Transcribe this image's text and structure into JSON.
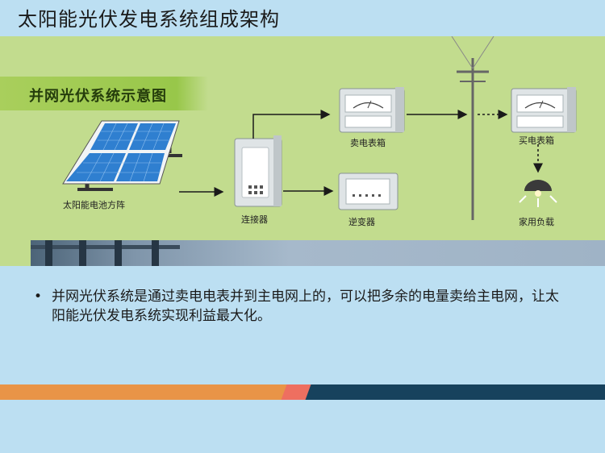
{
  "slide": {
    "title": "太阳能光伏发电系统组成架构"
  },
  "diagram": {
    "banner": "并网光伏系统示意图",
    "labels": {
      "solar_array": "太阳能电池方阵",
      "connector": "连接器",
      "inverter": "逆变器",
      "sell_meter": "卖电表箱",
      "buy_meter": "买电表箱",
      "household_load": "家用负载"
    },
    "colors": {
      "background": "#c2dc8e",
      "banner": "#98c74a",
      "panel": "#2f7fd0"
    }
  },
  "body": {
    "bullet": "•",
    "text": "并网光伏系统是通过卖电电表并到主电网上的，可以把多余的电量卖给主电网，让太阳能光伏发电系统实现利益最大化。"
  },
  "footer": {
    "colors": [
      "#e99447",
      "#ee6f60",
      "#17425d"
    ]
  }
}
